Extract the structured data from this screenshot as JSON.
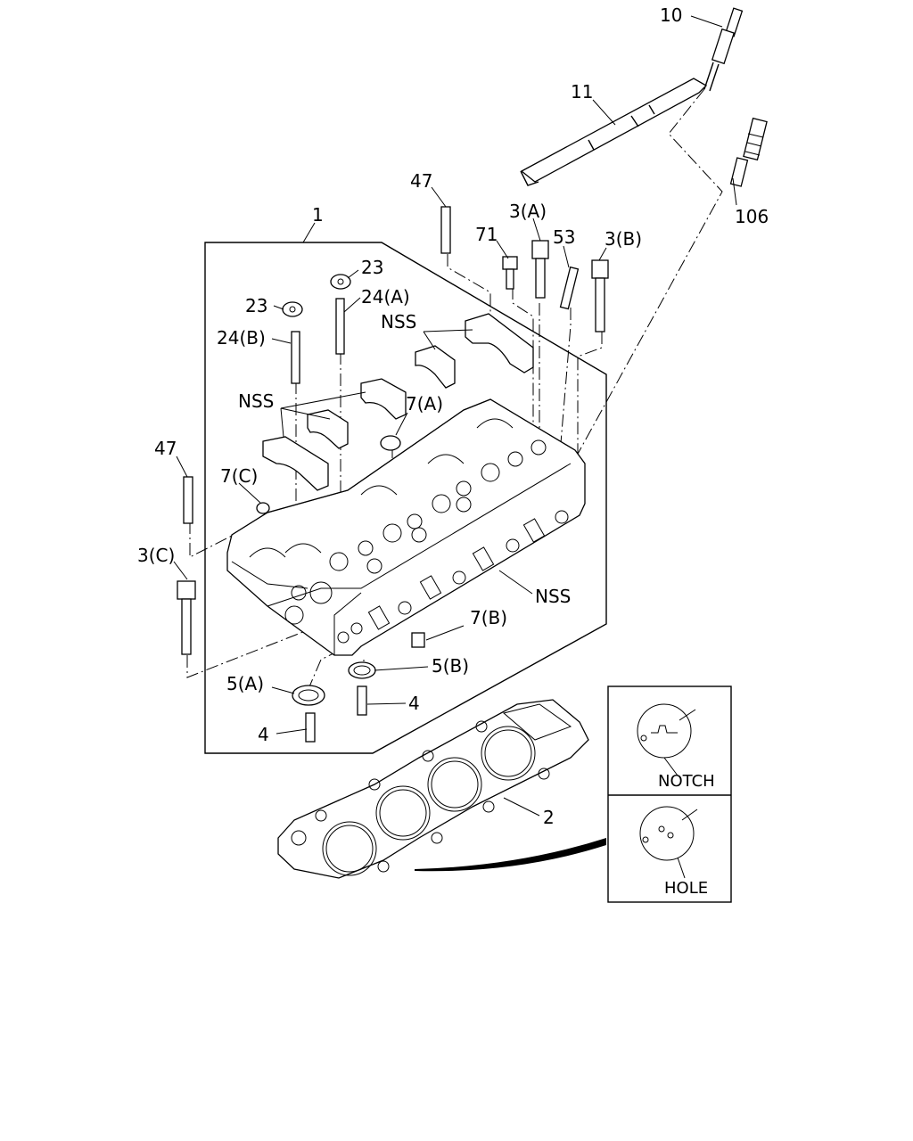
{
  "callouts": {
    "p10": "10",
    "p11": "11",
    "p106": "106",
    "p47_top": "47",
    "p1": "1",
    "p3a": "3(A)",
    "p71": "71",
    "p53": "53",
    "p3b": "3(B)",
    "p23_a": "23",
    "p23_b": "23",
    "p24a": "24(A)",
    "p24b": "24(B)",
    "nss_top": "NSS",
    "nss_mid": "NSS",
    "nss_side": "NSS",
    "p7a": "7(A)",
    "p47_left": "47",
    "p7c": "7(C)",
    "p3c": "3(C)",
    "p7b": "7(B)",
    "p5b": "5(B)",
    "p5a": "5(A)",
    "p4_right": "4",
    "p4_left": "4",
    "p2": "2"
  },
  "detail": {
    "notch": "NOTCH",
    "hole": "HOLE"
  }
}
